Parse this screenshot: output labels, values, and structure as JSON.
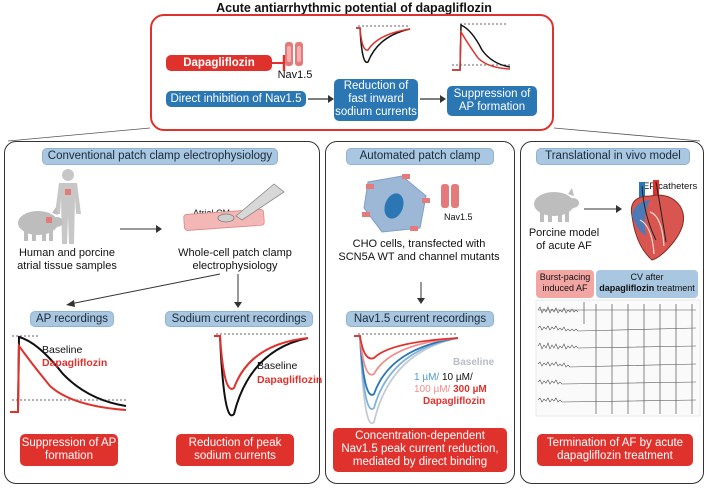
{
  "title": "Acute antiarrhythmic potential of dapagliflozin",
  "top": {
    "drug": "Dapagliflozin",
    "channel": "Nav1.5",
    "mechanism": "Direct inhibition of Nav1.5",
    "effect1": "Reduction of fast inward sodium currents",
    "effect2": "Suppression of AP formation"
  },
  "panel1": {
    "header": "Conventional patch clamp electrophysiology",
    "samples": "Human and porcine atrial tissue samples",
    "atrial_cm": "Atrial CM",
    "wholecell": "Whole-cell patch clamp electrophysiology",
    "ap_header": "AP recordings",
    "na_header": "Sodium current recordings",
    "ap_baseline": "Baseline",
    "ap_dapa": "Dapagliflozin",
    "na_baseline": "Baseline",
    "na_dapa": "Dapagliflozin",
    "result1": "Suppression of AP formation",
    "result2": "Reduction of peak sodium currents"
  },
  "panel2": {
    "header": "Automated patch clamp",
    "channel": "Nav1.5",
    "cells": "CHO cells, transfected with SCN5A WT and channel mutants",
    "rec_header": "Nav1.5 current recordings",
    "baseline": "Baseline",
    "c1": "1 µM/",
    "c2": "10 µM/",
    "c3": "100 µM/",
    "c4": "300 µM",
    "dapa": "Dapagliflozin",
    "result": "Concentration-dependent Nav1.5 peak current reduction, mediated by direct binding"
  },
  "panel3": {
    "header": "Translational in vivo model",
    "catheters": "EP catheters",
    "model": "Porcine model of acute AF",
    "burst": "Burst-pacing induced AF",
    "cv_after": "CV after",
    "cv_drug": "dapagliflozin",
    "cv_treat": "treatment",
    "result": "Termination of AF by acute dapagliflozin treatment"
  },
  "colors": {
    "red": "#e0322d",
    "blue": "#2b77b3",
    "lightblue": "#a9c7e1"
  }
}
